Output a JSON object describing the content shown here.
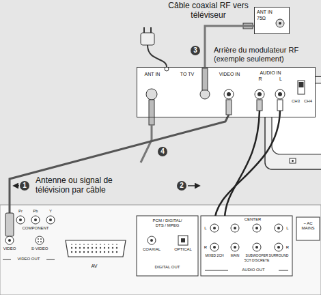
{
  "diagram": {
    "nodes": [
      {
        "text": [
          "ANT IN",
          "75Ω"
        ]
      },
      {
        "text": [
          "Arrière du modulateur RF (exemple seulement)",
          "ANT IN",
          "TO TV",
          "VIDEO IN",
          "AUDIO IN",
          "R",
          "L",
          "CH3",
          "CH4"
        ]
      }
    ],
    "edges": [
      {
        "from": 1,
        "to": 0,
        "arrow": "none"
      }
    ],
    "labels": [
      "Câble coaxial RF vers téléviseur",
      "3",
      "4",
      "1",
      "Antenne ou signal de télévision par câble",
      "2",
      "Pr",
      "Pb",
      "Y",
      "COMPONENT",
      "VIDEO",
      "S-VIDEO",
      "VIDEO OUT",
      "AV",
      "PCM / DIGITAL/ DTS / MPEG",
      "COAXIAL",
      "OPTICAL",
      "DIGITAL OUT",
      "L",
      "R",
      "CENTER",
      "L",
      "R",
      "MIXED 2CH",
      "MAIN",
      "SUBWOOFER",
      "5CH DISCRETE",
      "SURROUND",
      "AUDIO OUT",
      "~ AC MAINS"
    ]
  }
}
